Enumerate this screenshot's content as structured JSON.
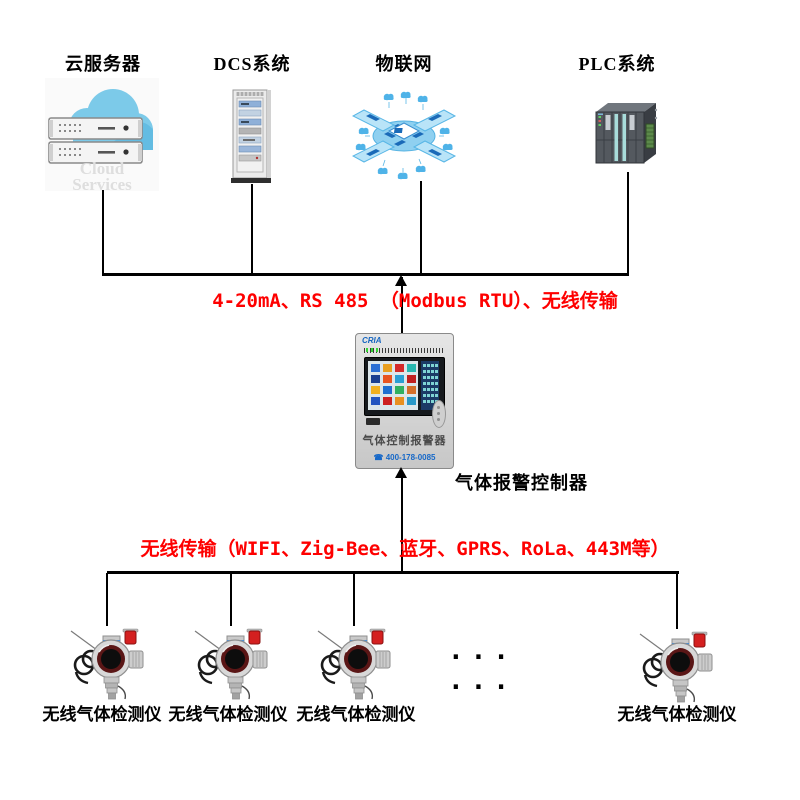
{
  "devices": {
    "cloud": {
      "label": "云服务器",
      "watermark_line1": "Cloud",
      "watermark_line2": "Services"
    },
    "dcs": {
      "label": "DCS系统"
    },
    "iot": {
      "label": "物联网"
    },
    "plc": {
      "label": "PLC系统"
    }
  },
  "top_bus": {
    "label": "4-20mA、RS 485 （Modbus RTU）、无线传输"
  },
  "controller": {
    "logo": "CRIA",
    "panel_name": "气体控制报警器",
    "phone_icon": "☎",
    "phone": "400-178-0085",
    "label": "气体报警控制器"
  },
  "bottom_bus": {
    "label": "无线传输（WIFI、Zig-Bee、蓝牙、GPRS、RoLa、443M等）"
  },
  "detectors": {
    "labels": [
      "无线气体检测仪",
      "无线气体检测仪",
      "无线气体检测仪",
      "无线气体检测仪"
    ],
    "ellipsis": "... ..."
  },
  "colors": {
    "bus_label_red": "#fe0000",
    "line_black": "#000000",
    "cloud_blue": "#7ccae9",
    "plc_teal": "#a8dcda",
    "phone_blue": "#1668c8",
    "beacon_red": "#d42020"
  }
}
